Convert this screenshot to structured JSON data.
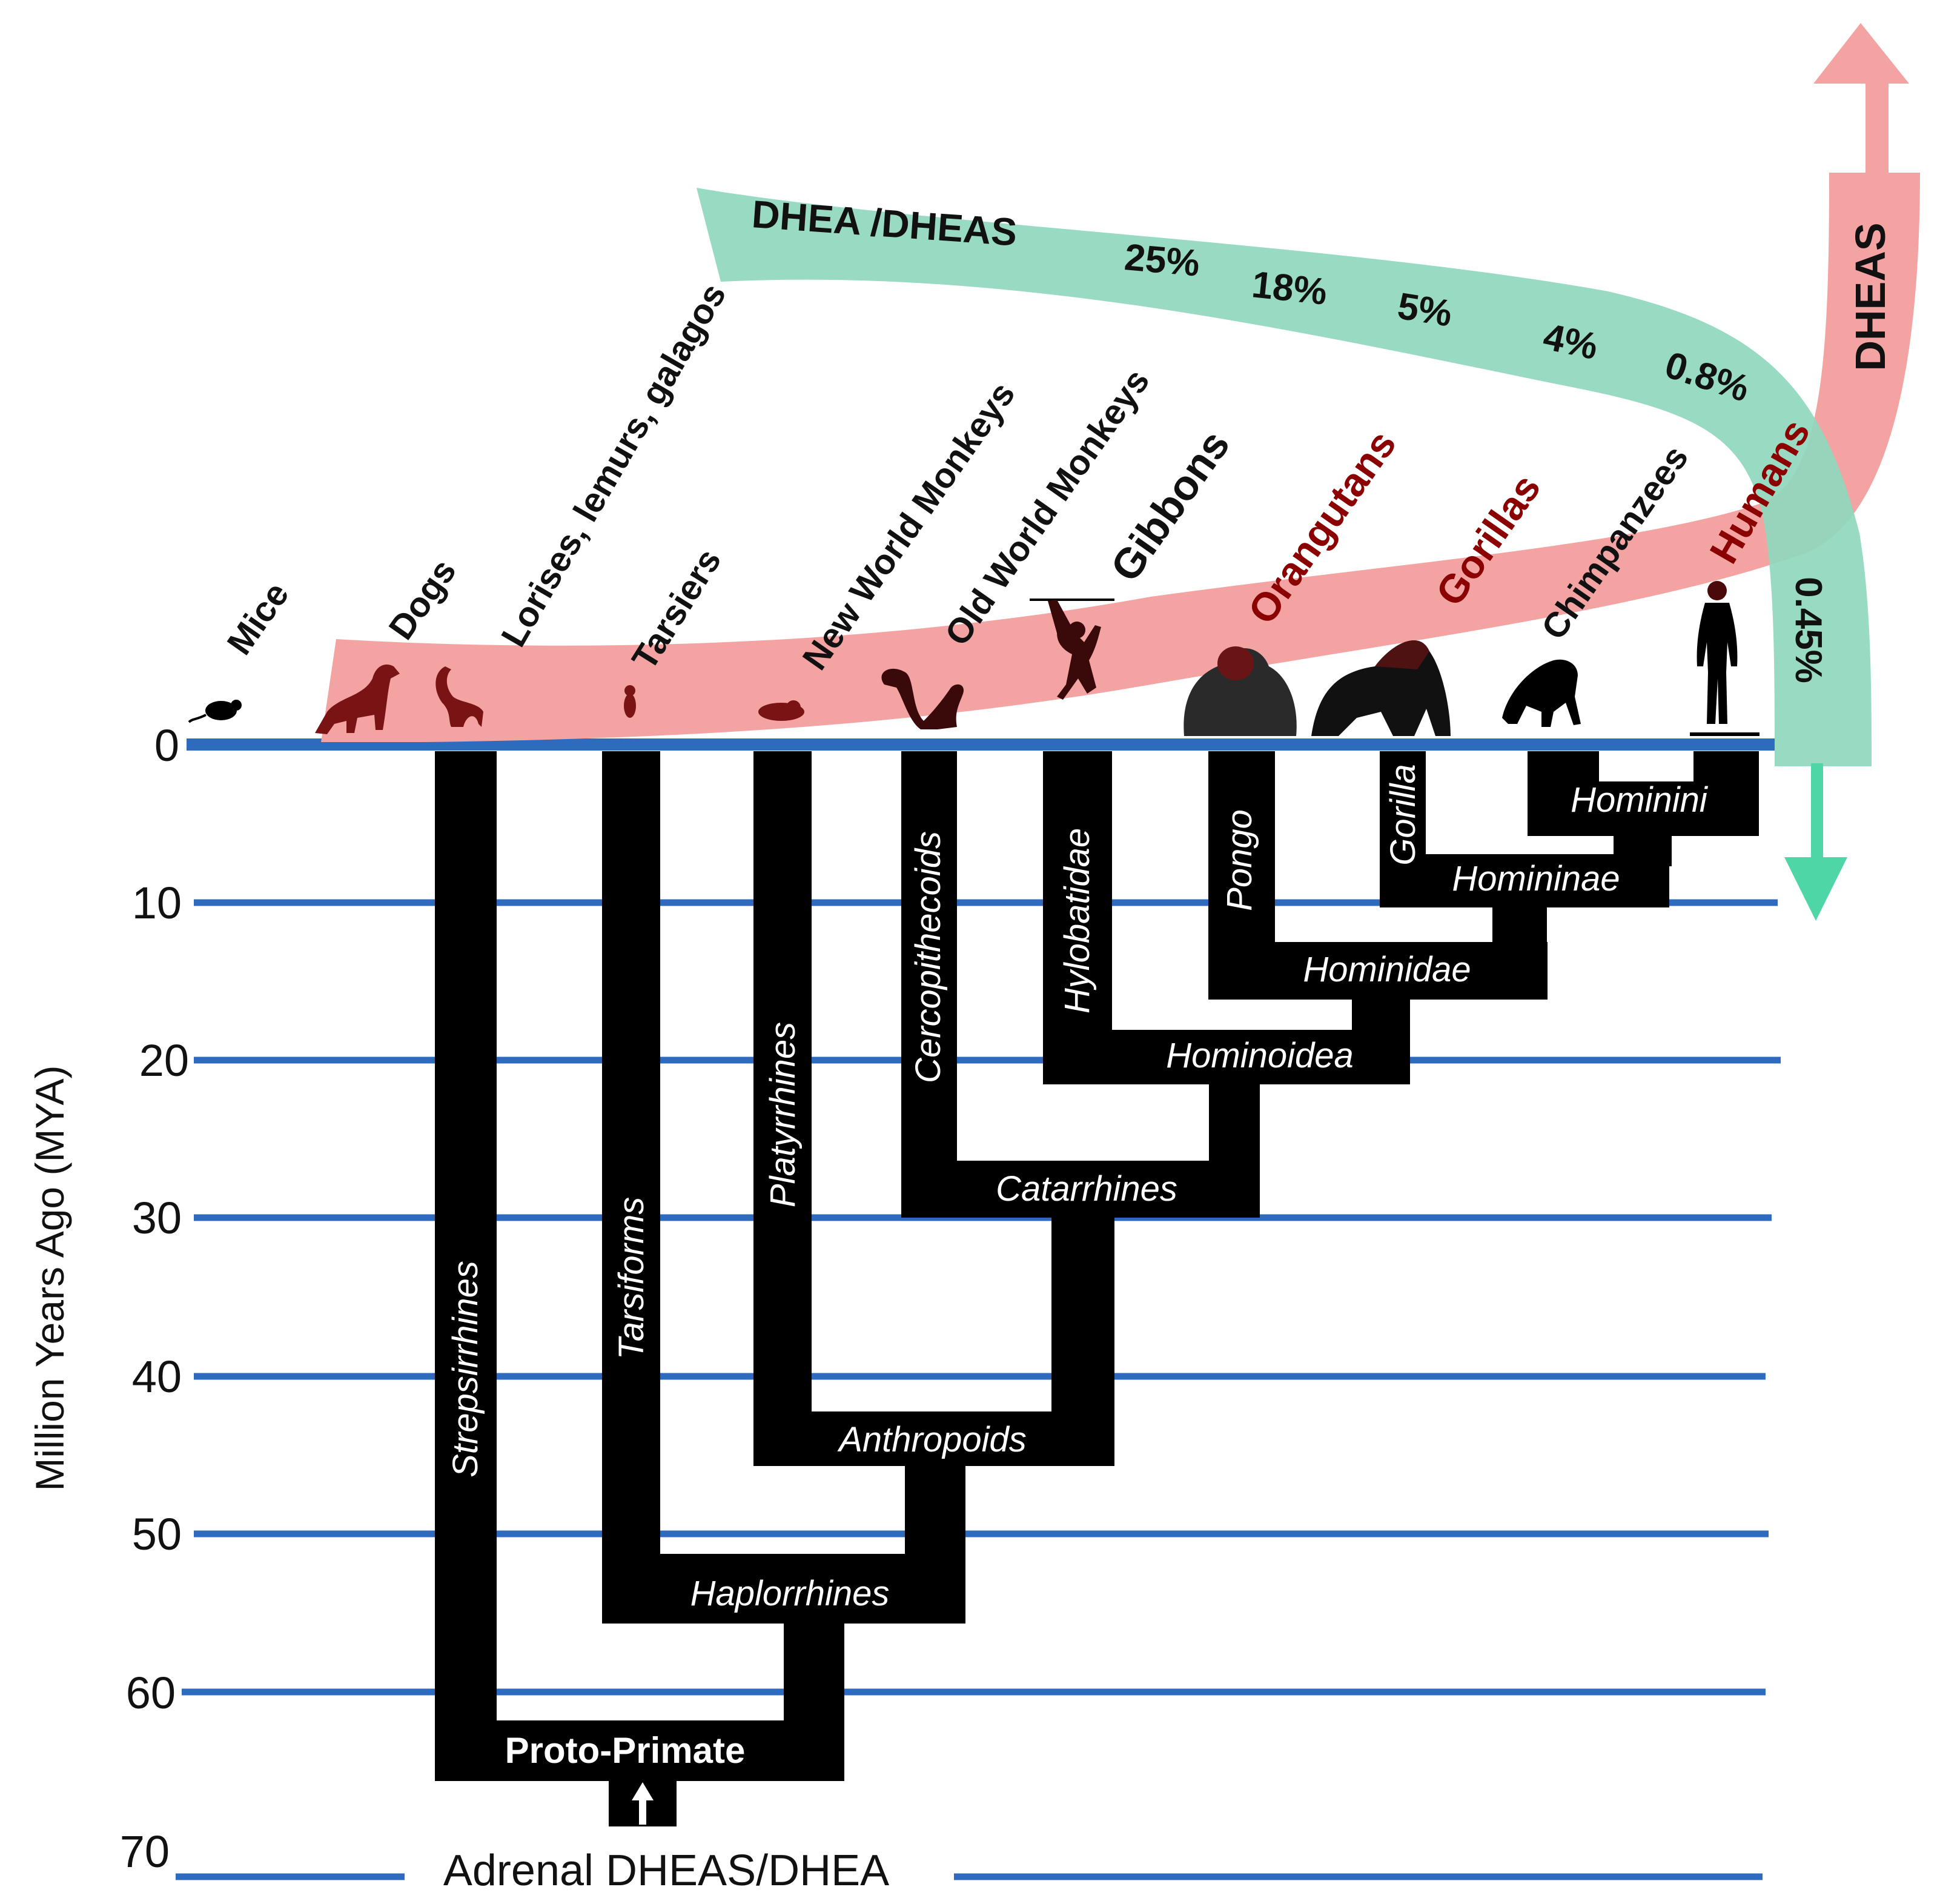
{
  "colors": {
    "gridline": "#2e6bbf",
    "dheas_band": "#f4a3a3",
    "dhea_ratio_band": "#8fd8bd",
    "arrow_up": "#f4a3a3",
    "arrow_down": "#4ed6a6",
    "tree": "#000000",
    "silhouette_red": "#7a1414",
    "silhouette_black": "#000000"
  },
  "axis": {
    "label": "Million Years Ago (MYA)",
    "ticks": [
      "0",
      "10",
      "20",
      "30",
      "40",
      "50",
      "60",
      "70"
    ]
  },
  "species": [
    {
      "label": "Mice",
      "icon": "mouse-icon"
    },
    {
      "label": "Dogs",
      "icon": "dog-icon"
    },
    {
      "label": "Lorises, lemurs, galagos",
      "icon": "lemur-icon"
    },
    {
      "label": "Tarsiers",
      "icon": "tarsier-icon"
    },
    {
      "label": "New World Monkeys",
      "icon": "new-world-monkey-icon"
    },
    {
      "label": "Old World Monkeys",
      "icon": "old-world-monkey-icon"
    },
    {
      "label": "Gibbons",
      "icon": "gibbon-icon"
    },
    {
      "label": "Orangutans",
      "icon": "orangutan-icon"
    },
    {
      "label": "Gorillas",
      "icon": "gorilla-icon"
    },
    {
      "label": "Chimpanzees",
      "icon": "chimpanzee-icon"
    },
    {
      "label": "Humans",
      "icon": "human-icon"
    }
  ],
  "clades": {
    "strepsirrhines": "Strepsirrhines",
    "tarsiforms": "Tarsiforms",
    "platyrrhines": "Platyrrhines",
    "cercopithecoids": "Cercopithecoids",
    "hylobatidae": "Hylobatidae",
    "pongo": "Pongo",
    "gorilla": "Gorilla",
    "hominini": "Hominini",
    "homininae": "Homininae",
    "hominidae": "Hominidae",
    "hominoidea": "Hominoidea",
    "catarrhines": "Catarrhines",
    "anthropoids": "Anthropoids",
    "haplorrhines": "Haplorrhines"
  },
  "root": {
    "proto_primate": "Proto-Primate",
    "origin_label": "Adrenal DHEAS/DHEA"
  },
  "bands": {
    "dheas_label": "DHEAS",
    "ratio_label": "DHEA /DHEAS",
    "ratio_values": [
      "25%",
      "18%",
      "5%",
      "4%",
      "0.8%",
      "0.45%"
    ]
  }
}
